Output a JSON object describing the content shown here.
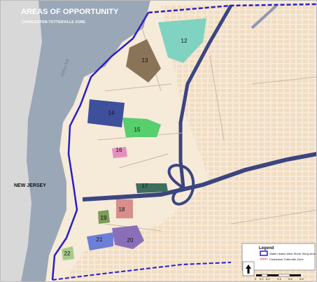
{
  "map": {
    "title": "AREAS OF OPPORTUNITY",
    "subtitle": "CHARLESTON-TOTTENVILLE ZONE",
    "water_label": "Arthur Kill",
    "state_label": "NEW JERSEY",
    "colors": {
      "water": "#9aa7b7",
      "land": "#f6ead9",
      "parcels": "#f0d5b4",
      "boundary": "#2a1fc4",
      "highway": "#3b4580"
    },
    "zones": [
      {
        "id": "12",
        "label": "12",
        "color": "#7fd3c0"
      },
      {
        "id": "13",
        "label": "13",
        "color": "#8a7458"
      },
      {
        "id": "14",
        "label": "14",
        "color": "#3e4f9c"
      },
      {
        "id": "15",
        "label": "15",
        "color": "#57cf6c"
      },
      {
        "id": "16",
        "label": "16",
        "color": "#e58fbf"
      },
      {
        "id": "17",
        "label": "17",
        "color": "#3f6e5e"
      },
      {
        "id": "18",
        "label": "18",
        "color": "#d88e8a"
      },
      {
        "id": "19",
        "label": "19",
        "color": "#7d9c58"
      },
      {
        "id": "20",
        "label": "20",
        "color": "#8a6fb8"
      },
      {
        "id": "21",
        "label": "21",
        "color": "#6c7fd6"
      },
      {
        "id": "22",
        "label": "22",
        "color": "#a8c98a"
      }
    ],
    "legend": {
      "title": "Legend",
      "items": [
        {
          "label": "Staten Island West Shore Study Area"
        },
        {
          "label": "Charleston-Tottenville Zone"
        }
      ]
    },
    "scale_bar": {
      "ticks": [
        "0",
        "0.1",
        "0.2",
        "0.4",
        "0.6",
        "0.8"
      ]
    }
  }
}
